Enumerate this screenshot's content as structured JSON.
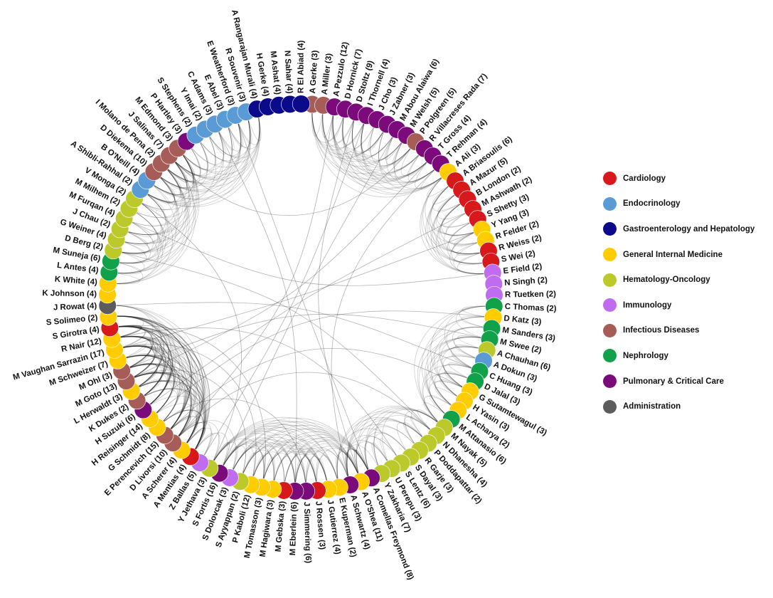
{
  "legend": [
    {
      "key": "Cardiology",
      "label": "Cardiology",
      "color": "#d7191c"
    },
    {
      "key": "Endocrinology",
      "label": "Endocrinology",
      "color": "#5b9bd5"
    },
    {
      "key": "Gastro",
      "label": "Gastroenterology and Hepatology",
      "color": "#0a0a8a"
    },
    {
      "key": "GIM",
      "label": "General Internal Medicine",
      "color": "#ffcc00"
    },
    {
      "key": "HemOnc",
      "label": "Hematology-Oncology",
      "color": "#bcc92b"
    },
    {
      "key": "Immunology",
      "label": "Immunology",
      "color": "#c06cf0"
    },
    {
      "key": "ID",
      "label": "Infectious Diseases",
      "color": "#a65d57"
    },
    {
      "key": "Nephrology",
      "label": "Nephrology",
      "color": "#12a14b"
    },
    {
      "key": "Pulm",
      "label": "Pulmonary & Critical Care",
      "color": "#7b0a7b"
    },
    {
      "key": "Admin",
      "label": "Administration",
      "color": "#5c5c5c"
    }
  ],
  "nodes": [
    {
      "name": "A Gerke (3)",
      "group": "ID"
    },
    {
      "name": "A Miller (3)",
      "group": "ID"
    },
    {
      "name": "A Pezzulo (12)",
      "group": "Pulm"
    },
    {
      "name": "D Hornick (7)",
      "group": "Pulm"
    },
    {
      "name": "D Stoltz (9)",
      "group": "Pulm"
    },
    {
      "name": "I Thornell (4)",
      "group": "Pulm"
    },
    {
      "name": "J Cho (3)",
      "group": "Pulm"
    },
    {
      "name": "J Zabner (3)",
      "group": "Pulm"
    },
    {
      "name": "M Abou Alaiwa (6)",
      "group": "Pulm"
    },
    {
      "name": "M Welsh (5)",
      "group": "Pulm"
    },
    {
      "name": "P Polgreen (5)",
      "group": "ID"
    },
    {
      "name": "R Villacreses Rada (7)",
      "group": "Pulm"
    },
    {
      "name": "T Gross (4)",
      "group": "Pulm"
    },
    {
      "name": "T Rehman (4)",
      "group": "Pulm"
    },
    {
      "name": "A Ali (3)",
      "group": "GIM"
    },
    {
      "name": "A Briasoulis (6)",
      "group": "Cardiology"
    },
    {
      "name": "A Mazur (5)",
      "group": "Cardiology"
    },
    {
      "name": "B London (2)",
      "group": "Cardiology"
    },
    {
      "name": "M Ashwath (2)",
      "group": "Cardiology"
    },
    {
      "name": "S Shetty (3)",
      "group": "Cardiology"
    },
    {
      "name": "Y Yang (3)",
      "group": "GIM"
    },
    {
      "name": "R Felder (2)",
      "group": "GIM"
    },
    {
      "name": "R Weiss (2)",
      "group": "Cardiology"
    },
    {
      "name": "S Wei (2)",
      "group": "Cardiology"
    },
    {
      "name": "E Field (2)",
      "group": "Immunology"
    },
    {
      "name": "N Singh (2)",
      "group": "Immunology"
    },
    {
      "name": "R Tuetken (2)",
      "group": "Immunology"
    },
    {
      "name": "C Thomas (2)",
      "group": "Nephrology"
    },
    {
      "name": "D Katz (3)",
      "group": "GIM"
    },
    {
      "name": "M Sanders (3)",
      "group": "Nephrology"
    },
    {
      "name": "M Swee (2)",
      "group": "Nephrology"
    },
    {
      "name": "A Chauhan (6)",
      "group": "HemOnc"
    },
    {
      "name": "A Dokun (3)",
      "group": "Endocrinology"
    },
    {
      "name": "C Huang (3)",
      "group": "Nephrology"
    },
    {
      "name": "D Jalal (3)",
      "group": "Nephrology"
    },
    {
      "name": "G Sutamtewagul (3)",
      "group": "GIM"
    },
    {
      "name": "H Yasin (3)",
      "group": "GIM"
    },
    {
      "name": "L Acharya (2)",
      "group": "GIM"
    },
    {
      "name": "M Attanasio (6)",
      "group": "Nephrology"
    },
    {
      "name": "M Nayak (5)",
      "group": "HemOnc"
    },
    {
      "name": "N Dhanesha (4)",
      "group": "HemOnc"
    },
    {
      "name": "P Doddapattar (2)",
      "group": "HemOnc"
    },
    {
      "name": "R Garje (3)",
      "group": "HemOnc"
    },
    {
      "name": "S Dayal (3)",
      "group": "HemOnc"
    },
    {
      "name": "S Lentz (6)",
      "group": "HemOnc"
    },
    {
      "name": "U Perepu (3)",
      "group": "HemOnc"
    },
    {
      "name": "Y Zakharia (7)",
      "group": "HemOnc"
    },
    {
      "name": "A Comellas Freymond (8)",
      "group": "Pulm"
    },
    {
      "name": "A O'Shea (11)",
      "group": "GIM"
    },
    {
      "name": "A Schwartz (4)",
      "group": "Pulm"
    },
    {
      "name": "E Kuperman (2)",
      "group": "GIM"
    },
    {
      "name": "J Gutierrez (4)",
      "group": "GIM"
    },
    {
      "name": "J Rossen (3)",
      "group": "Cardiology"
    },
    {
      "name": "J Simmering (6)",
      "group": "Pulm"
    },
    {
      "name": "M Eberlein (6)",
      "group": "Pulm"
    },
    {
      "name": "M Gebska (3)",
      "group": "Cardiology"
    },
    {
      "name": "M Hagiwara (3)",
      "group": "GIM"
    },
    {
      "name": "M Tomasson (3)",
      "group": "GIM"
    },
    {
      "name": "P Kaboli (12)",
      "group": "GIM"
    },
    {
      "name": "S Ayyappan (2)",
      "group": "HemOnc"
    },
    {
      "name": "S Dolovcak (3)",
      "group": "Immunology"
    },
    {
      "name": "S Fortis (16)",
      "group": "Pulm"
    },
    {
      "name": "Y Jethava (3)",
      "group": "HemOnc"
    },
    {
      "name": "Z Ballas (5)",
      "group": "Immunology"
    },
    {
      "name": "A Mentias (4)",
      "group": "Cardiology"
    },
    {
      "name": "A Scherer (4)",
      "group": "GIM"
    },
    {
      "name": "D Livorsi (10)",
      "group": "ID"
    },
    {
      "name": "E Perencevich (15)",
      "group": "ID"
    },
    {
      "name": "G Schmidt (8)",
      "group": "GIM"
    },
    {
      "name": "H Reisinger (14)",
      "group": "GIM"
    },
    {
      "name": "H Suzuki (6)",
      "group": "Pulm"
    },
    {
      "name": "K Dukes (2)",
      "group": "ID"
    },
    {
      "name": "L Herwaldt (3)",
      "group": "GIM"
    },
    {
      "name": "M Goto (13)",
      "group": "ID"
    },
    {
      "name": "M Ohl (3)",
      "group": "ID"
    },
    {
      "name": "M Schweizer (7)",
      "group": "GIM"
    },
    {
      "name": "M Vaughan Sarrazin (17)",
      "group": "GIM"
    },
    {
      "name": "R Nair (12)",
      "group": "GIM"
    },
    {
      "name": "S Girotra (4)",
      "group": "Cardiology"
    },
    {
      "name": "S Solimeo (2)",
      "group": "GIM"
    },
    {
      "name": "J Rowat (4)",
      "group": "Admin"
    },
    {
      "name": "K Johnson (4)",
      "group": "GIM"
    },
    {
      "name": "K White (4)",
      "group": "GIM"
    },
    {
      "name": "L Antes (4)",
      "group": "Nephrology"
    },
    {
      "name": "M Suneja (6)",
      "group": "Nephrology"
    },
    {
      "name": "D Berg (2)",
      "group": "HemOnc"
    },
    {
      "name": "G Weiner (4)",
      "group": "HemOnc"
    },
    {
      "name": "J Chau (2)",
      "group": "HemOnc"
    },
    {
      "name": "M Furqan (4)",
      "group": "HemOnc"
    },
    {
      "name": "M Milhem (2)",
      "group": "HemOnc"
    },
    {
      "name": "V Monga (2)",
      "group": "HemOnc"
    },
    {
      "name": "A Shibli-Rahhal (2)",
      "group": "Endocrinology"
    },
    {
      "name": "B O'Neill (4)",
      "group": "Endocrinology"
    },
    {
      "name": "D Diekema (10)",
      "group": "ID"
    },
    {
      "name": "I Molano de Pena (2)",
      "group": "ID"
    },
    {
      "name": "J Salinas (7)",
      "group": "ID"
    },
    {
      "name": "M Edmond (3)",
      "group": "ID"
    },
    {
      "name": "P Hartley (3)",
      "group": "Pulm"
    },
    {
      "name": "S Stephens (2)",
      "group": "Endocrinology"
    },
    {
      "name": "Y Imai (2)",
      "group": "Endocrinology"
    },
    {
      "name": "C Adams (3)",
      "group": "Endocrinology"
    },
    {
      "name": "E Abel (3)",
      "group": "Endocrinology"
    },
    {
      "name": "E Weatherford (3)",
      "group": "Endocrinology"
    },
    {
      "name": "R Souvenir (3)",
      "group": "Endocrinology"
    },
    {
      "name": "A Rangarajan Murali (4)",
      "group": "Gastro"
    },
    {
      "name": "H Gerke (4)",
      "group": "Gastro"
    },
    {
      "name": "M Ashat (4)",
      "group": "Gastro"
    },
    {
      "name": "N Sahar (4)",
      "group": "Gastro"
    },
    {
      "name": "R El Abiad (4)",
      "group": "Gastro"
    }
  ]
}
